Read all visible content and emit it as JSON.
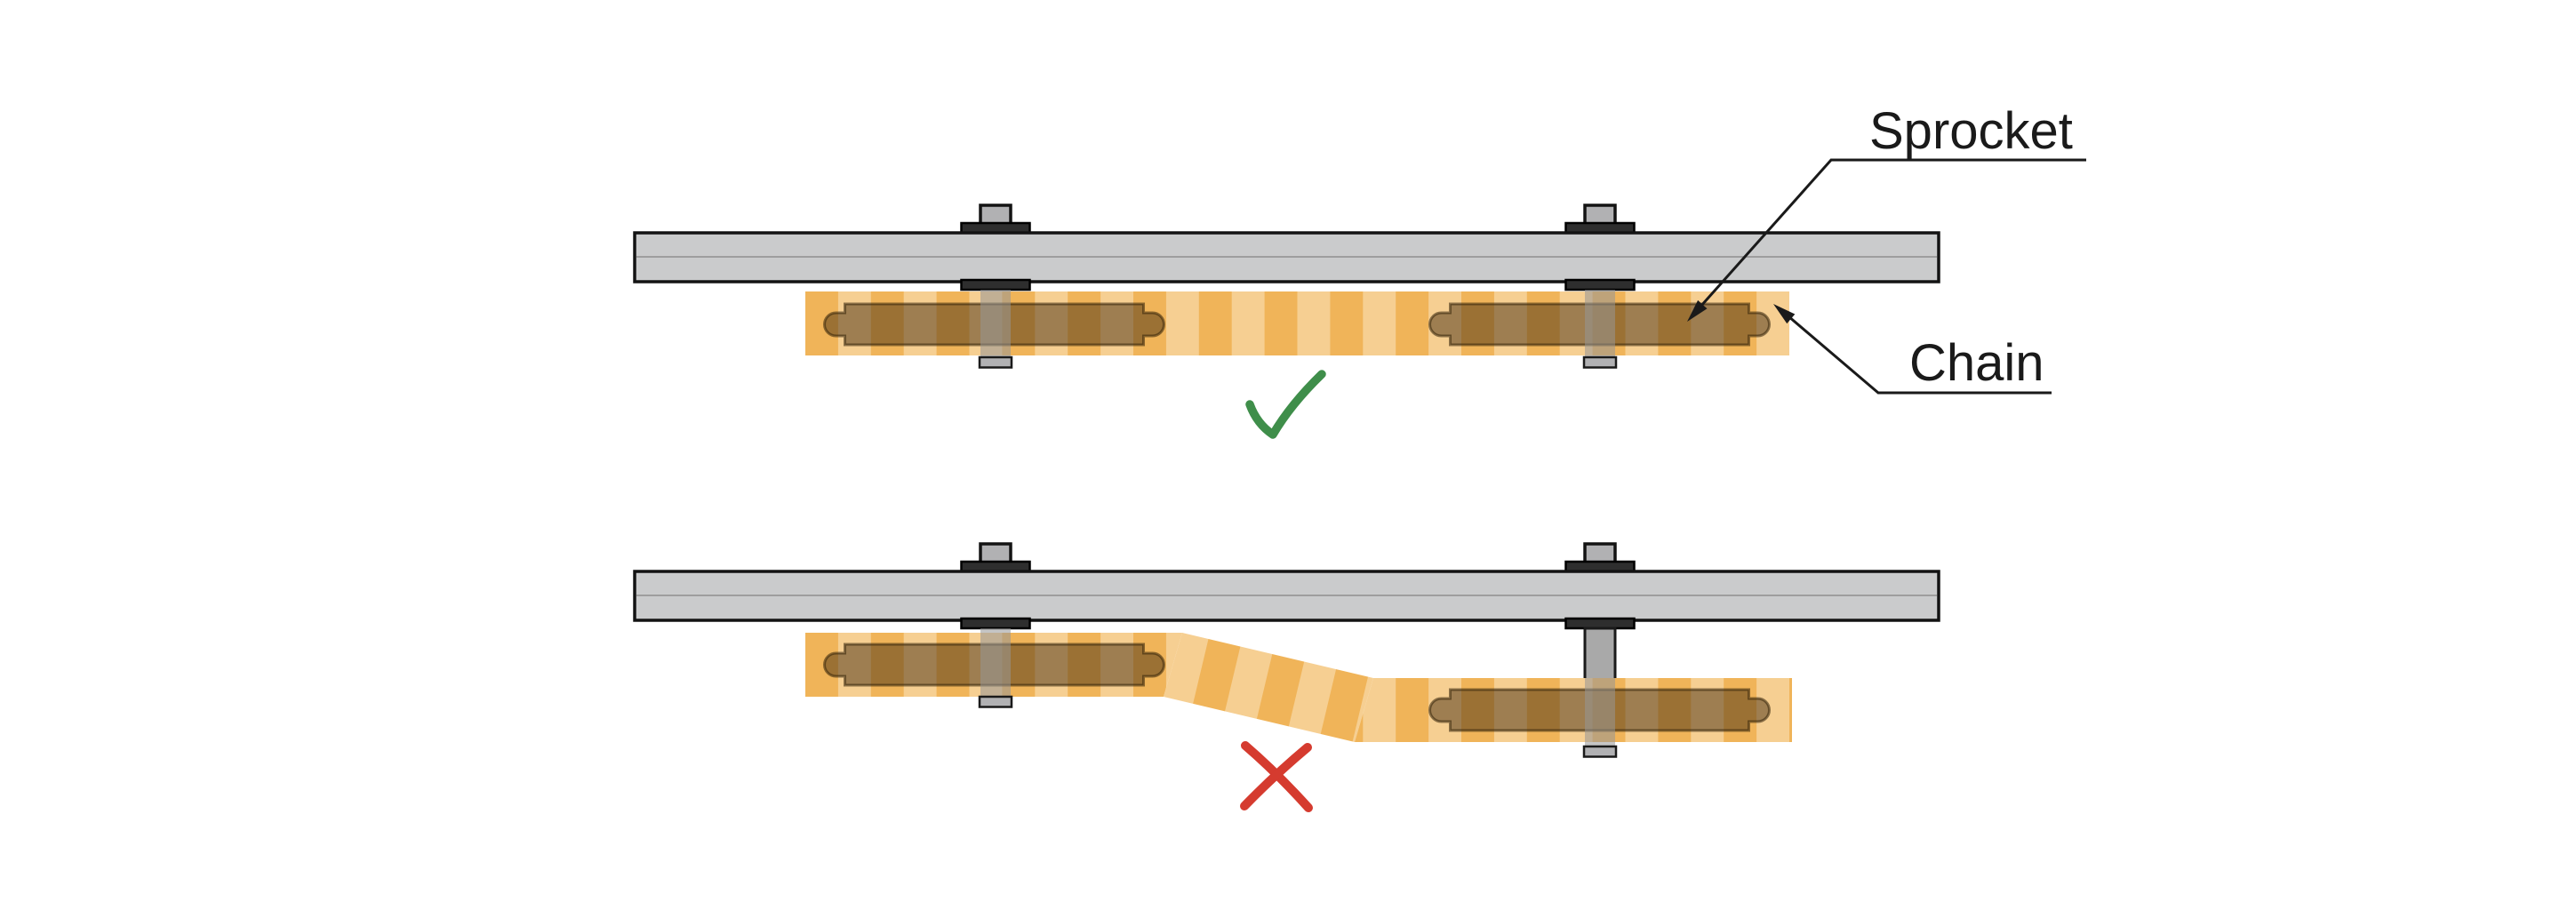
{
  "page": {
    "background": "#ffffff",
    "kind": "technical-diagram",
    "subject": "sprocket-chain-alignment"
  },
  "labels": {
    "sprocket": "Sprocket",
    "chain": "Chain"
  },
  "diagrams": {
    "top": {
      "status_icon": "check-icon"
    },
    "bottom": {
      "status_icon": "cross-icon"
    }
  },
  "colors": {
    "background": "#ffffff",
    "bar_fill": "#cacbcc",
    "bar_outline": "#131313",
    "bar_midline": "#8f8f8f",
    "fastener_dark": "#2e2e2e",
    "fastener_gray": "#b1b1b3",
    "shaft_solid": "#a9a9a9",
    "shaft_overlay": "rgba(150,150,150,0.55)",
    "chain_dark": "#f0b459",
    "chain_light": "#f6cf92",
    "sprocket_overlay": "rgba(70,46,16,0.5)",
    "sprocket_outline": "rgba(50,32,8,0.55)",
    "check_green": "#3f8e4a",
    "cross_red": "#d53b2f",
    "line_black": "#1a1a1a"
  }
}
